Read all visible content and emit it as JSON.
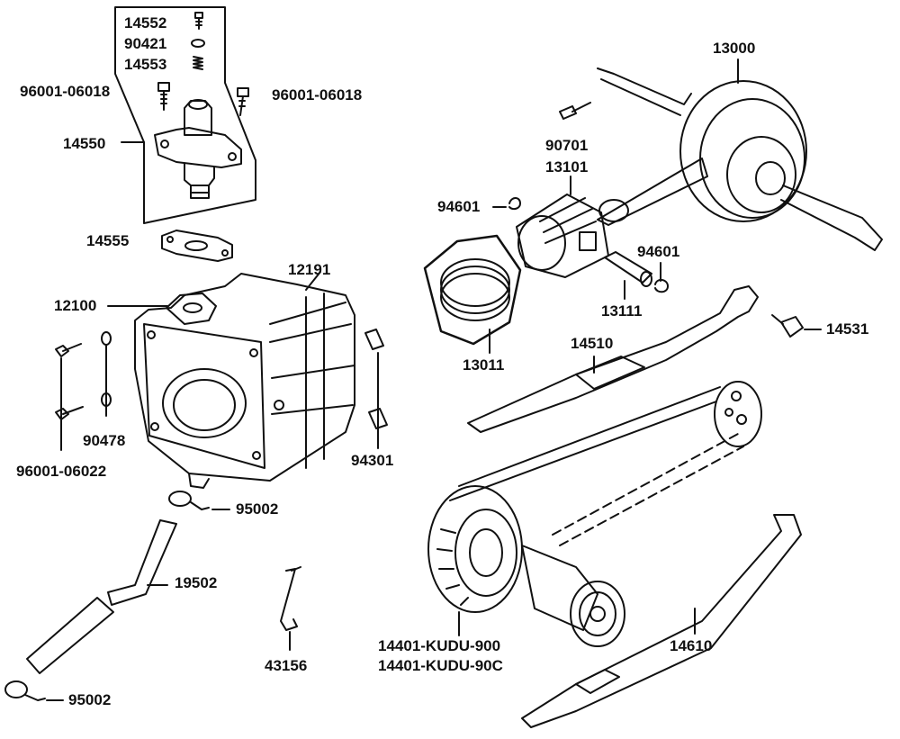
{
  "diagram": {
    "labels": {
      "p14552": "14552",
      "p90421": "90421",
      "p14553": "14553",
      "p96001_06018_left": "96001-06018",
      "p96001_06018_right": "96001-06018",
      "p14550": "14550",
      "p14555": "14555",
      "p12191": "12191",
      "p12100": "12100",
      "p90478": "90478",
      "p96001_06022": "96001-06022",
      "p94301": "94301",
      "p95002_top": "95002",
      "p19502": "19502",
      "p43156": "43156",
      "p95002_bottom": "95002",
      "p13000": "13000",
      "p90701": "90701",
      "p13101": "13101",
      "p94601_left": "94601",
      "p94601_right": "94601",
      "p13111": "13111",
      "p13011": "13011",
      "p14531": "14531",
      "p14510": "14510",
      "p14401_a": "14401-KUDU-900",
      "p14401_b": "14401-KUDU-90C",
      "p14610": "14610"
    }
  }
}
